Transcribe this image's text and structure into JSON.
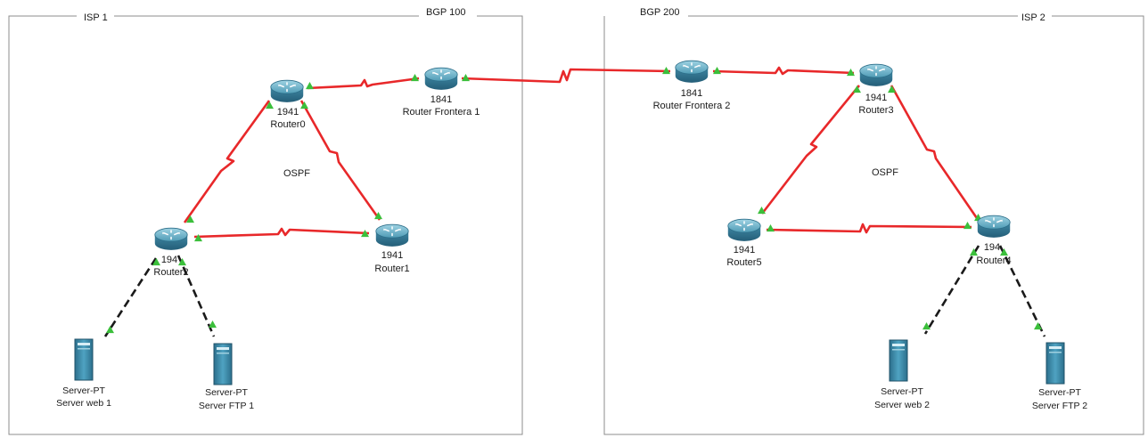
{
  "areas": {
    "left_isp": "ISP 1",
    "left_bgp": "BGP 100",
    "right_bgp": "BGP 200",
    "right_isp": "ISP 2",
    "left_protocol": "OSPF",
    "right_protocol": "OSPF"
  },
  "devices": {
    "router0": {
      "model": "1941",
      "name": "Router0"
    },
    "router1": {
      "model": "1941",
      "name": "Router1"
    },
    "router2": {
      "model": "194",
      "name": "Router2"
    },
    "frontera1": {
      "model": "1841",
      "name": "Router Frontera 1"
    },
    "frontera2": {
      "model": "1841",
      "name": "Router Frontera 2"
    },
    "router3": {
      "model": "1941",
      "name": "Router3"
    },
    "router4": {
      "model": "194",
      "name": "Router4"
    },
    "router5": {
      "model": "1941",
      "name": "Router5"
    },
    "server_web1": {
      "model": "Server-PT",
      "name": "Server web 1"
    },
    "server_ftp1": {
      "model": "Server-PT",
      "name": "Server FTP 1"
    },
    "server_web2": {
      "model": "Server-PT",
      "name": "Server web 2"
    },
    "server_ftp2": {
      "model": "Server-PT",
      "name": "Server FTP 2"
    }
  },
  "colors": {
    "serial_link": "#e8282a",
    "ethernet_link": "#1a1a1a",
    "port_up": "#3bbf3b",
    "router_body": "#4f9bb5",
    "server_body": "#3f8aa8",
    "border": "#8c8c8c"
  }
}
